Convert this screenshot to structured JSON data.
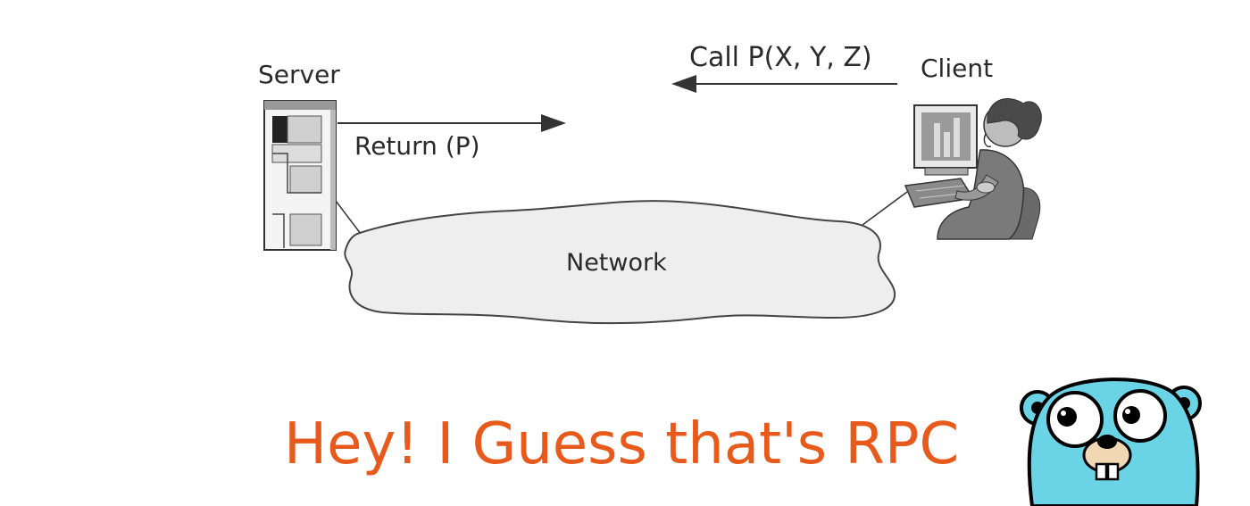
{
  "diagram": {
    "server_label": "Server",
    "client_label": "Client",
    "call_label": "Call P(X, Y, Z)",
    "return_label": "Return (P)",
    "network_label": "Network"
  },
  "caption": "Hey! I Guess that's RPC",
  "colors": {
    "caption": "#e8591c",
    "gopher_body": "#6ad3e6",
    "line": "#333333",
    "cloud_fill": "#eeeeee"
  },
  "icons": {
    "server": "server-tower-icon",
    "client": "person-at-computer-icon",
    "mascot": "go-gopher-mascot"
  }
}
